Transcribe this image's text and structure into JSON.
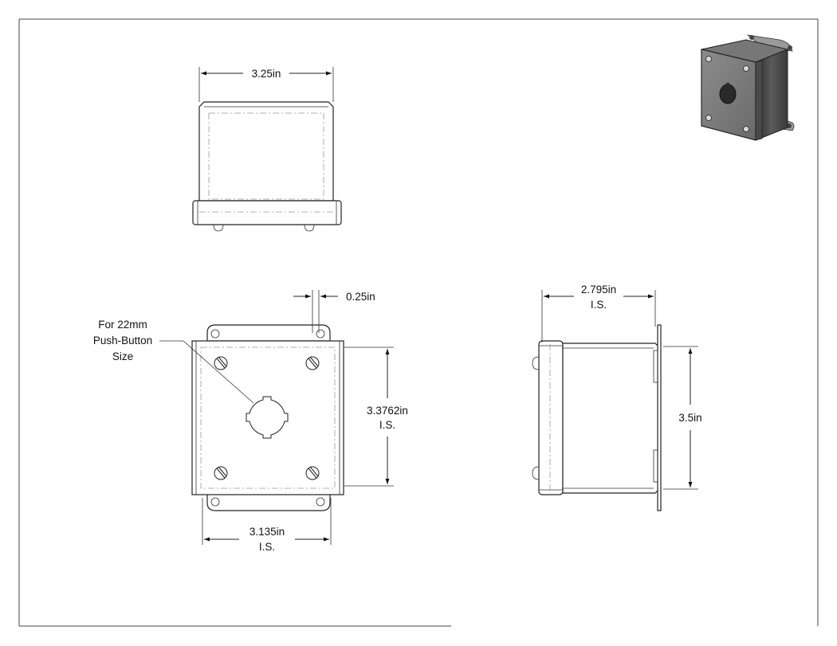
{
  "drawing": {
    "top_view": {
      "width_label": "3.25in"
    },
    "front_view": {
      "callout_lines": [
        "For 22mm",
        "Push-Button",
        "Size"
      ],
      "flange_label": "0.25in",
      "height_label_line1": "3.3762in",
      "height_label_line2": "I.S.",
      "width_label_line1": "3.135in",
      "width_label_line2": "I.S."
    },
    "side_view": {
      "depth_label_line1": "2.795in",
      "depth_label_line2": "I.S.",
      "height_label": "3.5in"
    }
  }
}
